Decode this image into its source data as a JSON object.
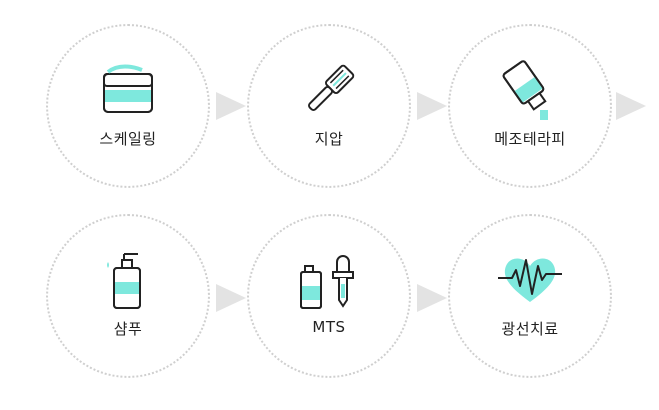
{
  "accent_color": "#7ee8dd",
  "steps": [
    {
      "label": "스케일링",
      "icon": "cream-jar-icon"
    },
    {
      "label": "지압",
      "icon": "brush-icon"
    },
    {
      "label": "메조테라피",
      "icon": "tube-icon"
    },
    {
      "label": "샴푸",
      "icon": "pump-bottle-icon"
    },
    {
      "label": "MTS",
      "icon": "bottle-dropper-icon"
    },
    {
      "label": "광선치료",
      "icon": "heartbeat-icon"
    }
  ]
}
